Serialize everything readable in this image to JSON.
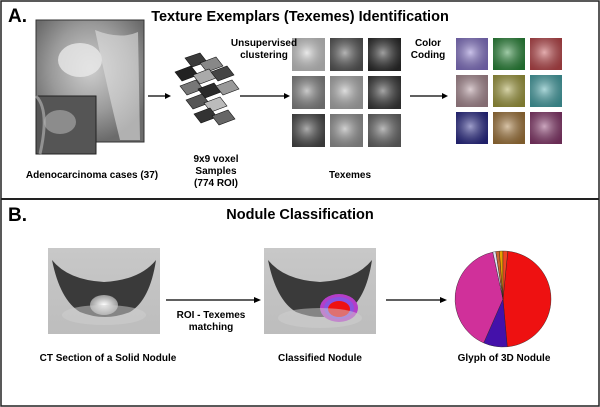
{
  "panelA": {
    "letter": "A.",
    "title": "Texture Exemplars (Texemes) Identification",
    "cases_label": "Adenocarcinoma cases (37)",
    "samples_label": [
      "9x9 voxel",
      "Samples",
      "(774 ROI)"
    ],
    "clustering_label": [
      "Unsupervised",
      "clustering"
    ],
    "texemes_label": "Texemes",
    "color_label": [
      "Color",
      "Coding"
    ],
    "texeme_gray_levels": [
      [
        "#d0d0d0",
        "#5a5a5a",
        "#2c2c2c"
      ],
      [
        "#8a8a8a",
        "#b5b5b5",
        "#3a3a3a"
      ],
      [
        "#4a4a4a",
        "#9a9a9a",
        "#6a6a6a"
      ]
    ],
    "color_coded_texemes": [
      [
        "#8a78cf",
        "#2c8c3c",
        "#c24a4e"
      ],
      [
        "#b09098",
        "#a6a040",
        "#48a8ac"
      ],
      [
        "#2a2a8c",
        "#a87a3c",
        "#8c3a70"
      ]
    ]
  },
  "panelB": {
    "letter": "B.",
    "title": "Nodule Classification",
    "ct_label": "CT Section of a Solid Nodule",
    "roi_label": [
      "ROI - Texemes",
      "matching"
    ],
    "classified_label": "Classified Nodule",
    "glyph_label": "Glyph of 3D Nodule",
    "glyph_slices": [
      {
        "value": 47,
        "color": "#ee1111"
      },
      {
        "value": 8,
        "color": "#4411aa"
      },
      {
        "value": 40,
        "color": "#d0309a"
      },
      {
        "value": 1,
        "color": "#e0e0f0"
      },
      {
        "value": 1.2,
        "color": "#cc6633"
      },
      {
        "value": 1.2,
        "color": "#e8a000"
      },
      {
        "value": 1.6,
        "color": "#ee4422"
      }
    ]
  }
}
